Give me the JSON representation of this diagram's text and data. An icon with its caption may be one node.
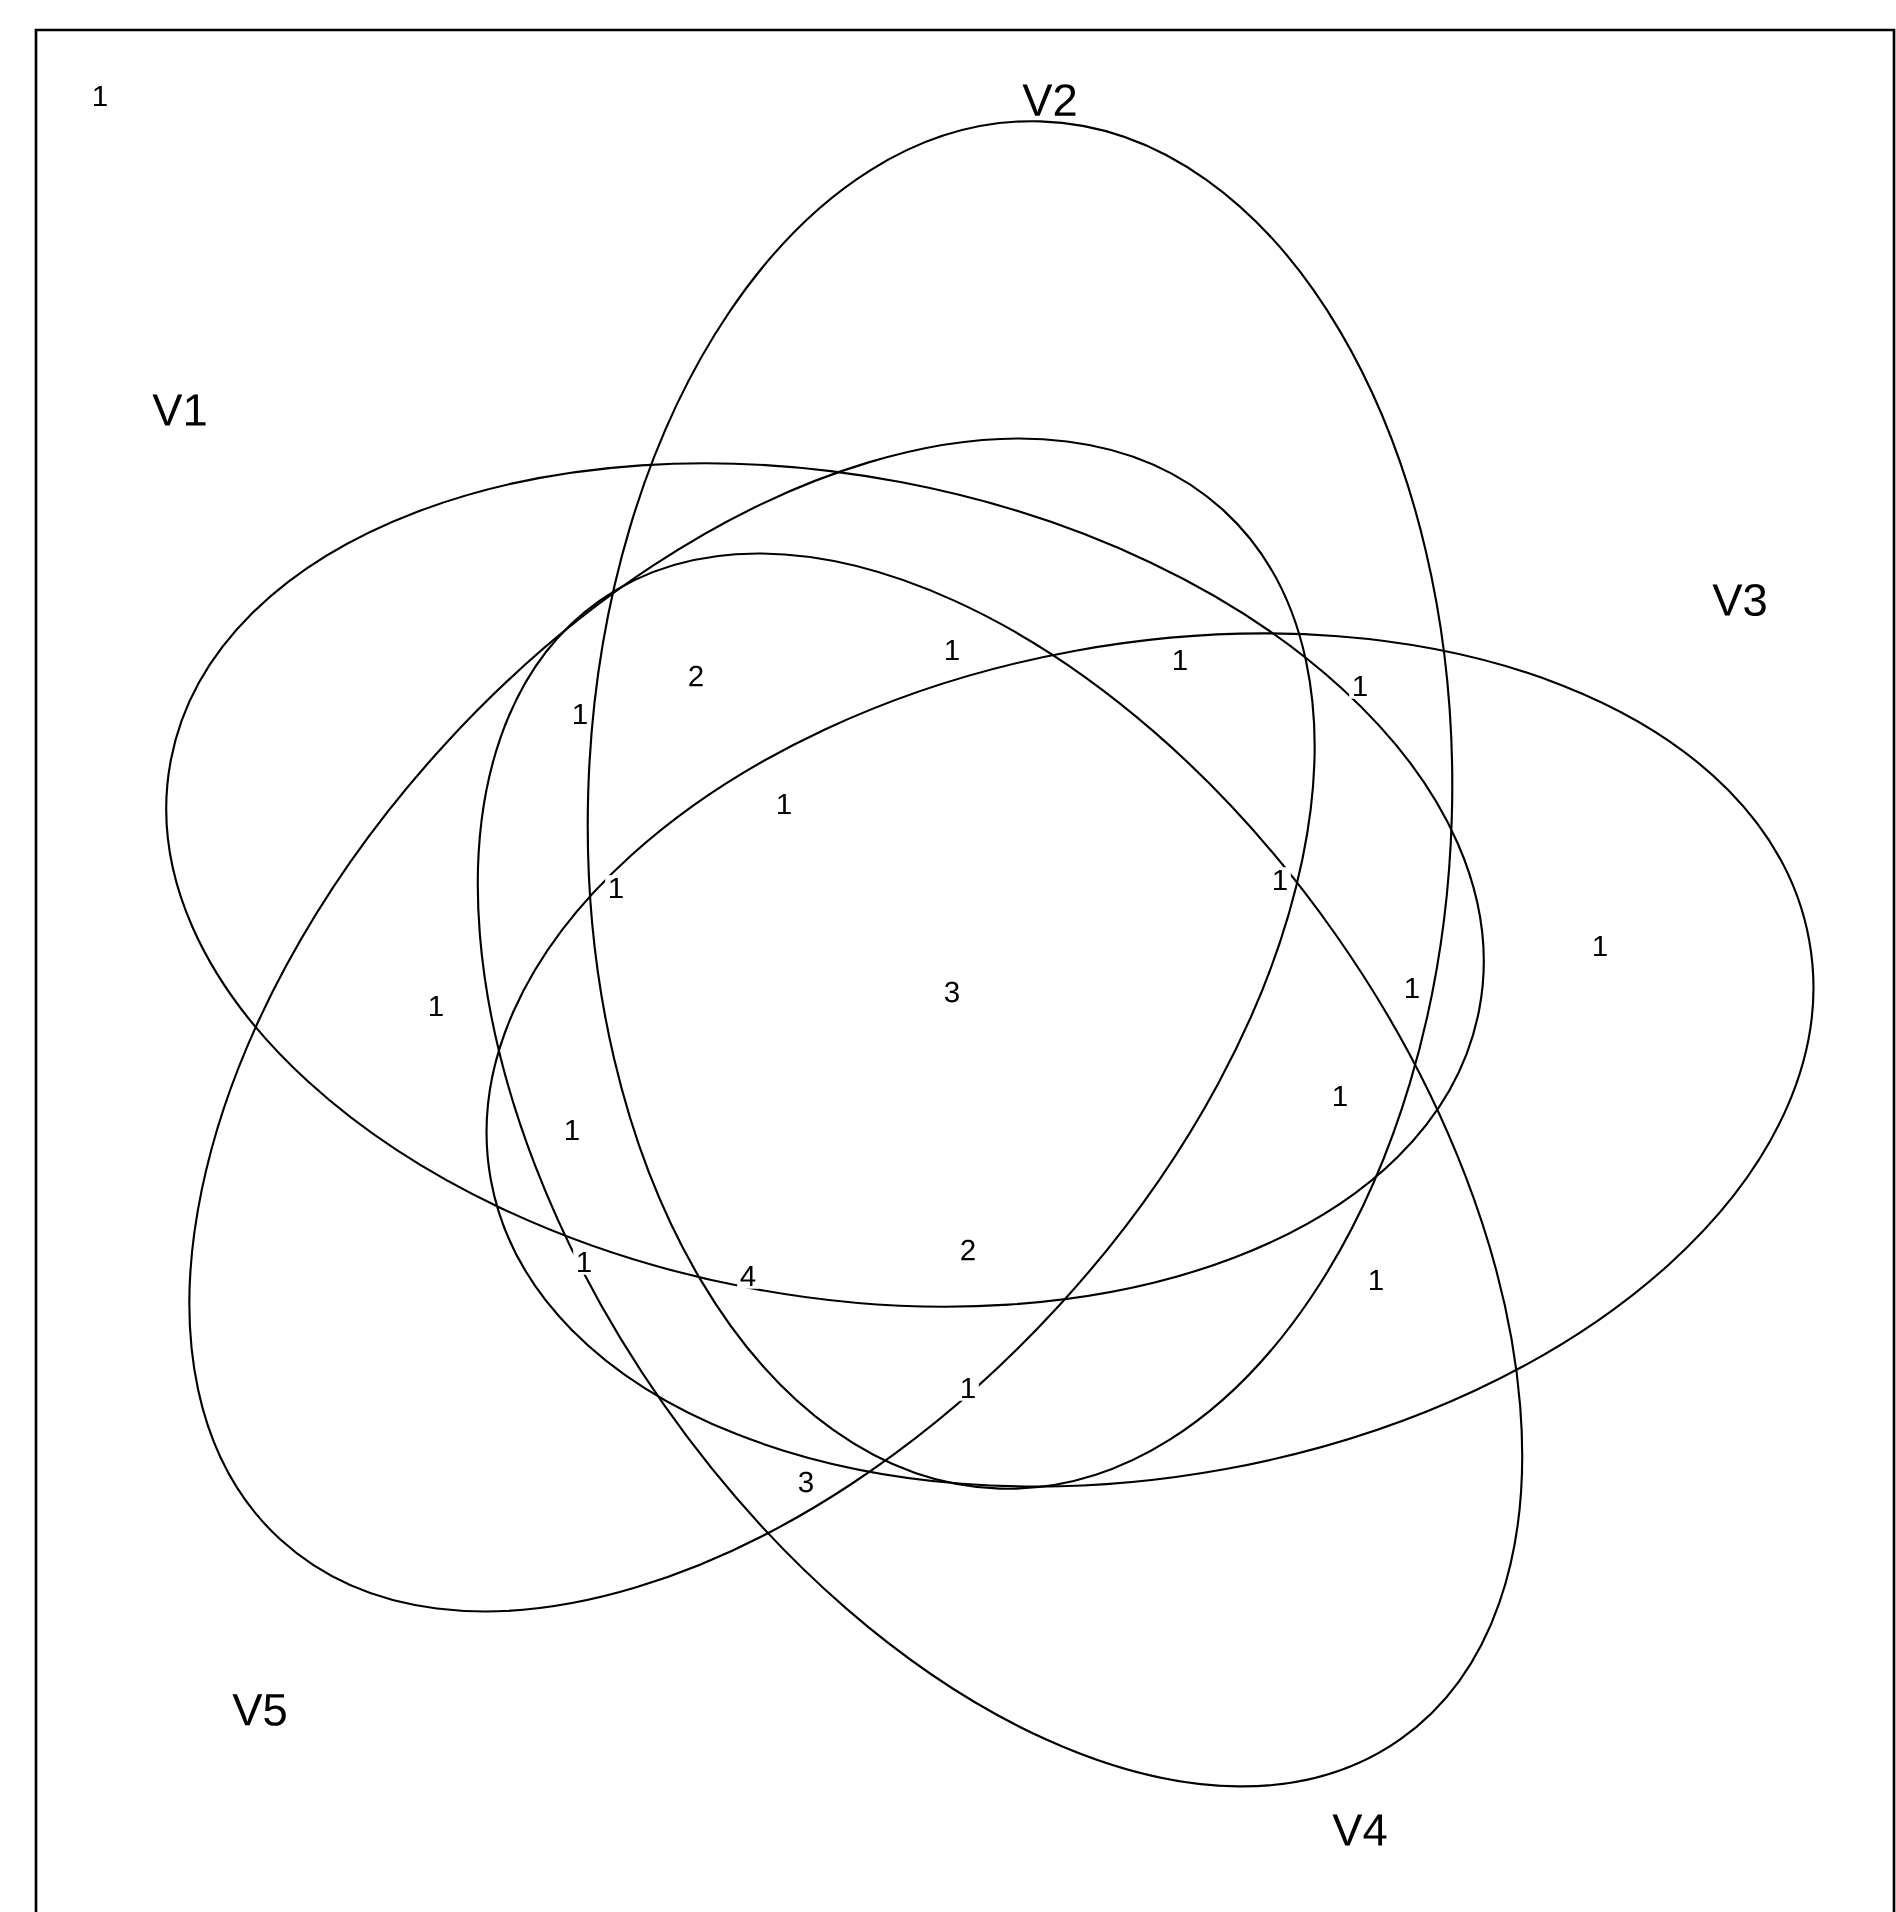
{
  "diagram": {
    "nodes": [
      {
        "text": [
          "V1"
        ]
      },
      {
        "text": [
          "V2"
        ]
      },
      {
        "text": [
          "V3"
        ]
      },
      {
        "text": [
          "V4"
        ]
      },
      {
        "text": [
          "V5"
        ]
      }
    ],
    "labels": [
      "1",
      "1",
      "2",
      "1",
      "1",
      "1",
      "1",
      "1",
      "1",
      "1",
      "3",
      "1",
      "1",
      "1",
      "1",
      "1",
      "4",
      "2",
      "1",
      "1",
      "3"
    ]
  }
}
